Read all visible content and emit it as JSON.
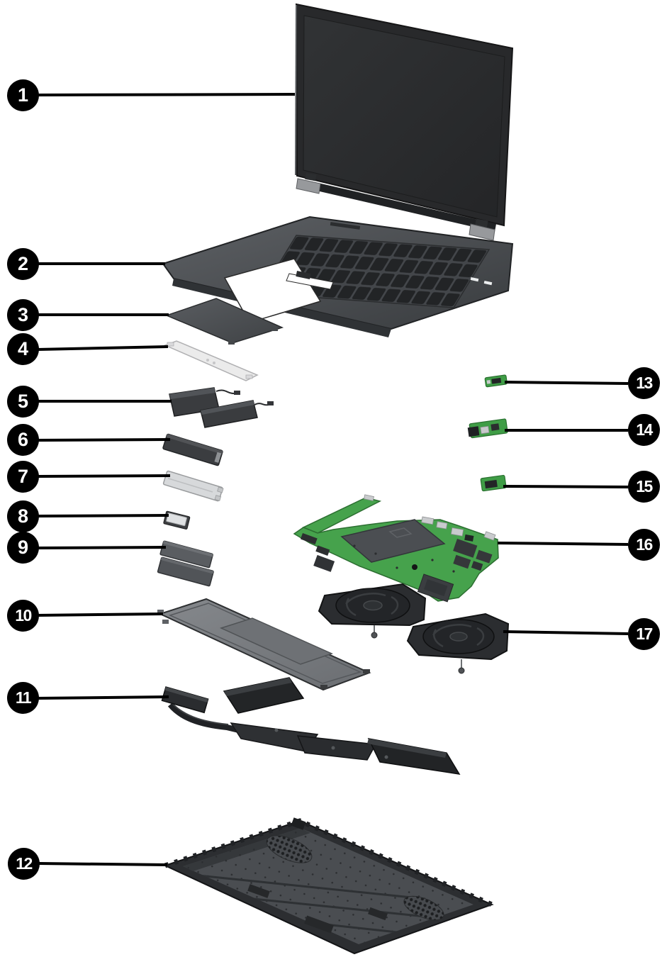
{
  "callouts": [
    {
      "label": "1",
      "part": "display-assembly"
    },
    {
      "label": "2",
      "part": "keyboard-top-cover"
    },
    {
      "label": "3",
      "part": "touchpad"
    },
    {
      "label": "4",
      "part": "touchpad-bracket"
    },
    {
      "label": "5",
      "part": "speakers"
    },
    {
      "label": "6",
      "part": "solid-state-drive"
    },
    {
      "label": "7",
      "part": "drive-bracket"
    },
    {
      "label": "8",
      "part": "wlan-module"
    },
    {
      "label": "9",
      "part": "memory-modules"
    },
    {
      "label": "10",
      "part": "battery"
    },
    {
      "label": "11",
      "part": "heat-sink-assembly"
    },
    {
      "label": "12",
      "part": "bottom-cover"
    },
    {
      "label": "13",
      "part": "daughterboard-small"
    },
    {
      "label": "14",
      "part": "connector-board"
    },
    {
      "label": "15",
      "part": "daughterboard"
    },
    {
      "label": "16",
      "part": "system-board"
    },
    {
      "label": "17",
      "part": "fans"
    }
  ],
  "colors": {
    "background": "#ffffff",
    "callout_fill": "#000000",
    "callout_text": "#ffffff",
    "leader_line": "#000000",
    "pcb_green": "#46a24c",
    "chassis_dark_gray": "#2c2e31",
    "battery_gray": "#7b7e82",
    "bracket_light_gray": "#ebebeb"
  }
}
